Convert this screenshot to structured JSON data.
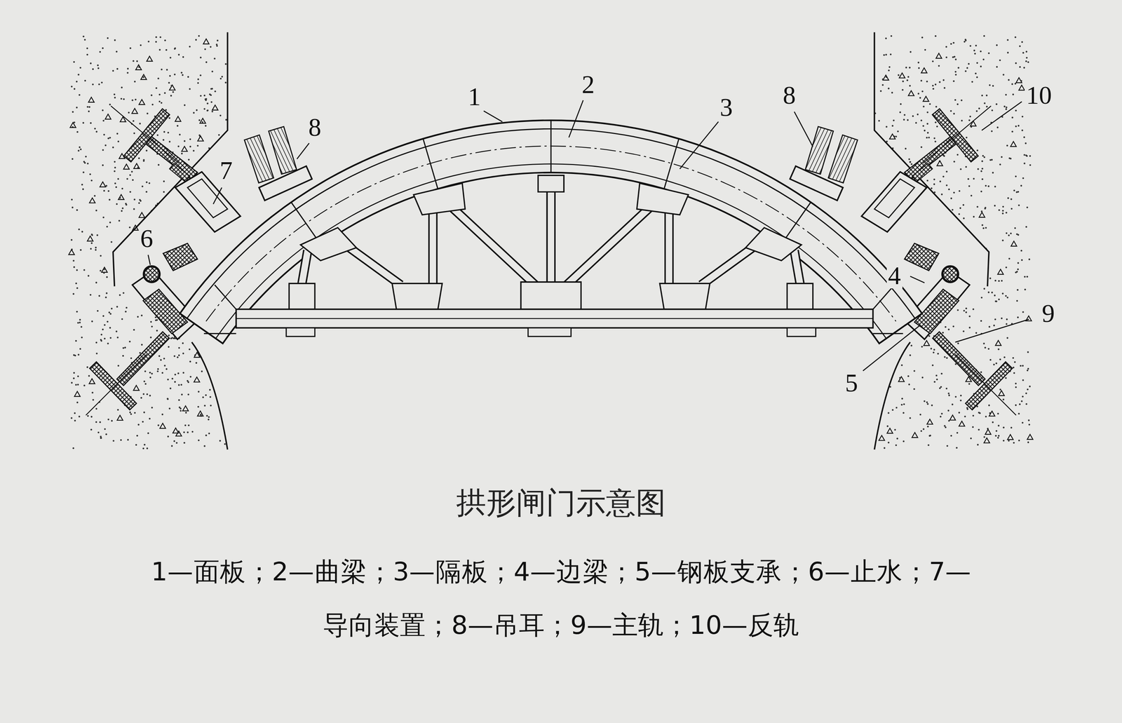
{
  "diagram": {
    "title": "拱形闸门示意图",
    "caption": "1—面板；2—曲梁；3—隔板；4—边梁；5—钢板支承；6—止水；7—导向装置；8—吊耳；9—主轨；10—反轨",
    "labels": [
      "2",
      "1",
      "10",
      "8",
      "3",
      "8",
      "7",
      "6",
      "4",
      "9",
      "5"
    ]
  }
}
